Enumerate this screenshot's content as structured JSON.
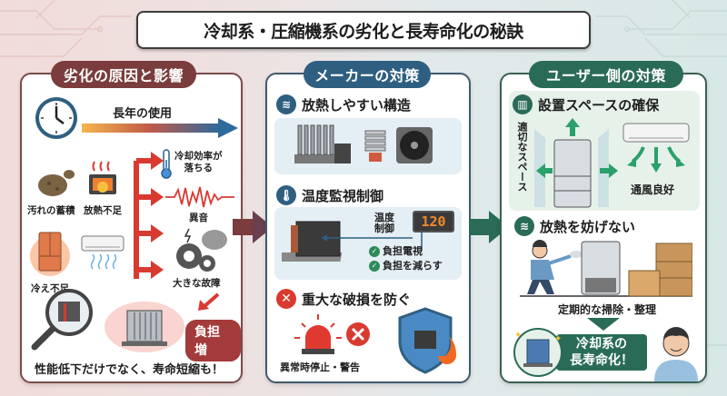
{
  "title": "冷却系・圧縮機系の劣化と長寿命化の秘訣",
  "colors": {
    "causes_accent": "#7a3c3c",
    "maker_accent": "#2f5f80",
    "user_accent": "#2a6b58",
    "warning_red": "#d93a30"
  },
  "causes": {
    "heading": "劣化の原因と影響",
    "long_use": "長年の使用",
    "dirt": "汚れの蓄積",
    "poor_heat_release": "放熱不足",
    "poor_cooling": "冷え不足",
    "effects": [
      "冷却効率が\n落ちる",
      "異音",
      "大きな故障"
    ],
    "effect_line1": "冷却効率が",
    "effect_line2": "落ちる",
    "noise": "異音",
    "failure": "大きな故障",
    "load_badge": "負担増",
    "summary": "性能低下だけでなく、寿命短縮も！"
  },
  "maker": {
    "heading": "メーカーの対策",
    "section1": "放熱しやすい構造",
    "section2": "温度監視制御",
    "temp_label_1": "温度",
    "temp_label_2": "制御",
    "display_value": "120",
    "checks": [
      "負担電視",
      "負担を減らす"
    ],
    "section3": "重大な破損を防ぐ",
    "alarm_label": "異常時停止・警告"
  },
  "user": {
    "heading": "ユーザー側の対策",
    "section1": "設置スペースの確保",
    "space_label": "適切なスペース",
    "airflow_label": "通風良好",
    "section2": "放熱を妨げない",
    "cleaning_label": "定期的な掃除・整理",
    "result_line1": "冷却系の",
    "result_line2": "長寿命化！"
  }
}
